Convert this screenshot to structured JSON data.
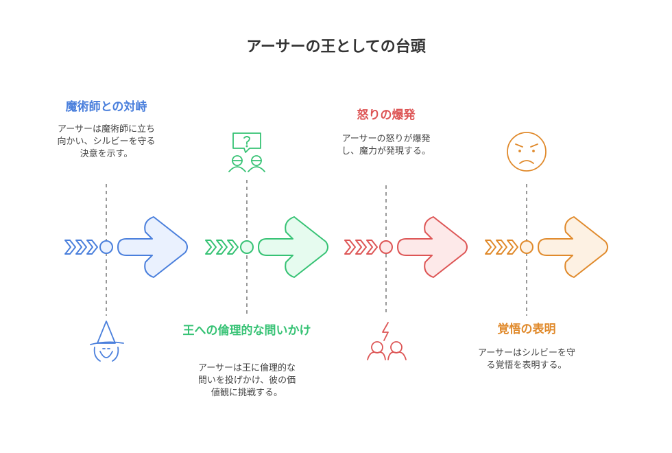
{
  "title": "アーサーの王としての台頭",
  "stages": [
    {
      "title": "魔術師との対峙",
      "description": "アーサーは魔術師に立ち向かい、シルビーを守る決意を示す。",
      "icon": "wizard-icon",
      "color": "#4a7fdc",
      "fill": "#eaf1fe"
    },
    {
      "title": "王への倫理的な問いかけ",
      "description": "アーサーは王に倫理的な問いを投げかけ、彼の価値観に挑戦する。",
      "icon": "question-people-icon",
      "color": "#36c274",
      "fill": "#e6fbef"
    },
    {
      "title": "怒りの爆発",
      "description": "アーサーの怒りが爆発し、魔力が発現する。",
      "icon": "conflict-people-icon",
      "color": "#dd5555",
      "fill": "#fde9e9"
    },
    {
      "title": "覚悟の表明",
      "description": "アーサーはシルビーを守る覚悟を表明する。",
      "icon": "angry-face-icon",
      "color": "#e08a2c",
      "fill": "#fdf1e3"
    }
  ]
}
